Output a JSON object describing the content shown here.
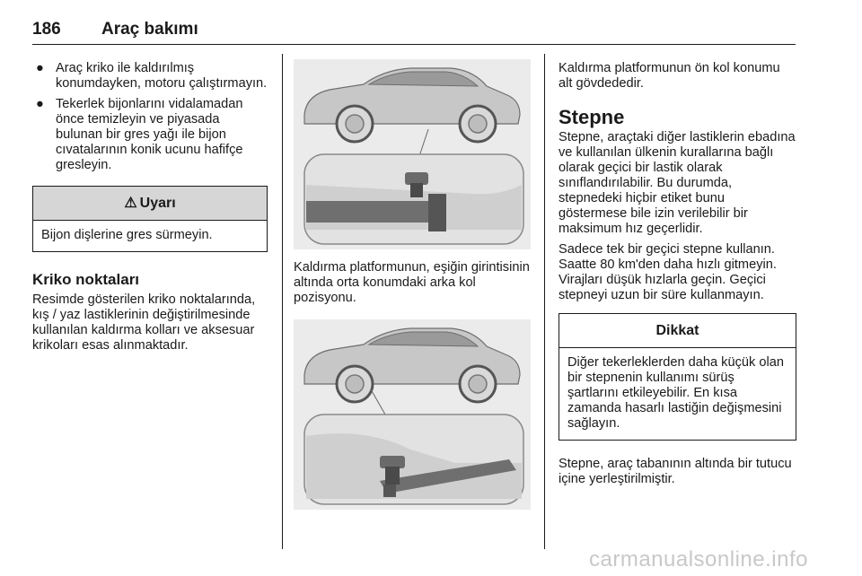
{
  "header": {
    "page_number": "186",
    "title": "Araç bakımı"
  },
  "column1": {
    "bullets": [
      "Araç kriko ile kaldırılmış konumdayken, motoru çalıştırmayın.",
      "Tekerlek bijonlarını vidalamadan önce temizleyin ve piyasada bulunan bir gres yağı ile bijon cıvatalarının konik ucunu hafifçe gresleyin."
    ],
    "warning_box": {
      "title": "Uyarı",
      "text": "Bijon dişlerine gres sürmeyin."
    },
    "section_heading": "Kriko noktaları",
    "paragraph": "Resimde gösterilen kriko noktalarında, kış / yaz lastiklerinin değiştirilmesinde kullanılan kaldırma kolları ve aksesuar krikoları esas alınmaktadır."
  },
  "column2": {
    "caption_1": "Kaldırma platformunun, eşiğin girintisinin altında orta konumdaki arka kol pozisyonu."
  },
  "column3": {
    "intro": "Kaldırma platformunun ön kol konumu alt gövdededir.",
    "heading": "Stepne",
    "paragraph_1": "Stepne, araçtaki diğer lastiklerin ebadına ve kullanılan ülkenin kurallarına bağlı olarak geçici bir lastik olarak sınıflandırılabilir. Bu durumda, stepnedeki hiçbir etiket bunu göstermese bile izin verilebilir bir maksimum hız geçerlidir.",
    "paragraph_2": "Sadece tek bir geçici stepne kullanın. Saatte 80 km'den daha hızlı gitmeyin. Virajları düşük hızlarla geçin. Geçici stepneyi uzun bir süre kullanmayın.",
    "notice_box": {
      "title": "Dikkat",
      "text": "Diğer tekerleklerden daha küçük olan bir stepnenin kullanımı sürüş şartlarını etkileyebilir. En kısa zamanda hasarlı lastiğin değişmesini sağlayın."
    },
    "paragraph_3": "Stepne, araç tabanının altında bir tutucu içine yerleştirilmiştir."
  },
  "footer": {
    "watermark": "carmanualsonline.info"
  },
  "icons": {
    "warning": "warning-triangle-icon"
  }
}
